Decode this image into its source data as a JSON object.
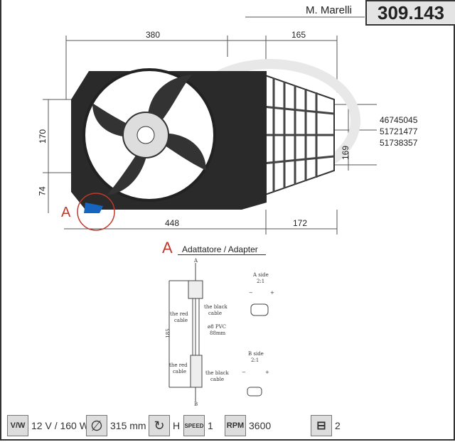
{
  "header": {
    "brand": "M. Marelli",
    "code": "309.143"
  },
  "dimensions": {
    "width_top": "380",
    "depth_top": "165",
    "height_left": "170",
    "offset_left": "74",
    "width_bottom": "448",
    "depth_bottom": "172",
    "depth_right": "169"
  },
  "part_numbers": [
    "46745045",
    "51721477",
    "51738357"
  ],
  "callout": {
    "marker": "A",
    "title": "Adattatore / Adapter"
  },
  "adapter": {
    "top": "A",
    "bottom": "B",
    "length": "185",
    "red_cable": [
      "the red",
      "cable"
    ],
    "black_cable": [
      "the black",
      "cable"
    ],
    "pvc": [
      "ø8 PVC",
      "88mm"
    ],
    "a_side": [
      "A side",
      "2:1"
    ],
    "b_side": [
      "B side",
      "2:1"
    ],
    "minus": "−",
    "plus": "+"
  },
  "specs": {
    "voltage_power": "12 V / 160 W",
    "diameter": "315 mm",
    "rotation": "H",
    "speed": "1",
    "rpm": "3600",
    "connector_pins": "2"
  },
  "icons": {
    "vw": "V/W",
    "speed": "SPEED",
    "rpm": "RPM"
  }
}
